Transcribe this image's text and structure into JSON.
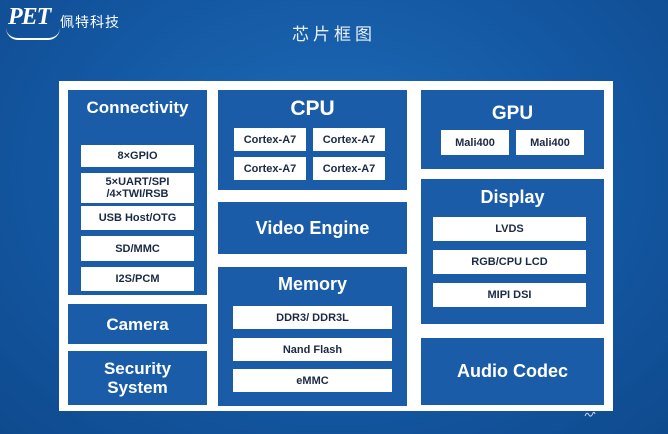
{
  "brand": {
    "mark": "PET",
    "name": "佩特科技"
  },
  "title": "芯片框图",
  "connectivity": {
    "title": "Connectivity",
    "items": [
      "8×GPIO",
      "5×UART/SPI",
      "/4×TWI/RSB",
      "USB Host/OTG",
      "SD/MMC",
      "I2S/PCM"
    ]
  },
  "camera": {
    "title": "Camera"
  },
  "security": {
    "title_line1": "Security",
    "title_line2": "System"
  },
  "cpu": {
    "title": "CPU",
    "cores": [
      "Cortex-A7",
      "Cortex-A7",
      "Cortex-A7",
      "Cortex-A7"
    ]
  },
  "video": {
    "title": "Video Engine"
  },
  "memory": {
    "title": "Memory",
    "items": [
      "DDR3/ DDR3L",
      "Nand Flash",
      "eMMC"
    ]
  },
  "gpu": {
    "title": "GPU",
    "items": [
      "Mali400",
      "Mali400"
    ]
  },
  "display": {
    "title": "Display",
    "items": [
      "LVDS",
      "RGB/CPU LCD",
      "MIPI DSI"
    ]
  },
  "audio": {
    "title": "Audio Codec"
  },
  "colors": {
    "background": "#1458a3",
    "block": "#1b5ca8",
    "board": "#ffffff",
    "chip_text": "#1a2a44"
  }
}
